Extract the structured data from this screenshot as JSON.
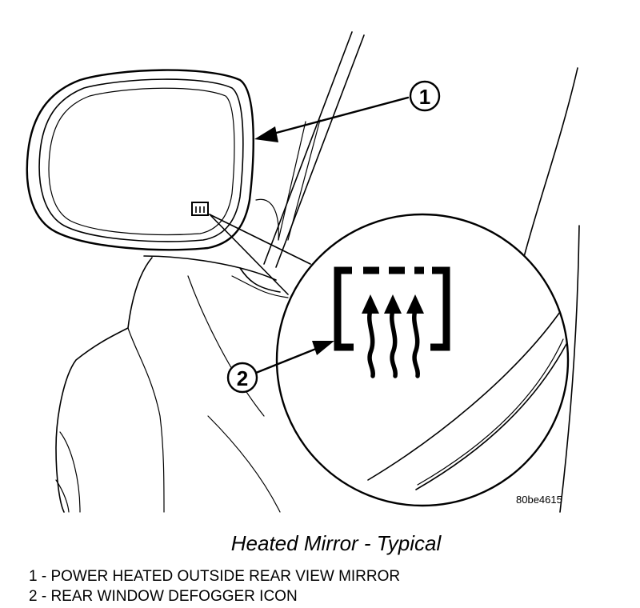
{
  "figure": {
    "figure_id": "80be4615",
    "caption": "Heated Mirror - Typical",
    "callouts": [
      {
        "number": "1",
        "text": "1 - POWER HEATED OUTSIDE REAR VIEW MIRROR"
      },
      {
        "number": "2",
        "text": "2 - REAR WINDOW DEFOGGER ICON"
      }
    ]
  }
}
